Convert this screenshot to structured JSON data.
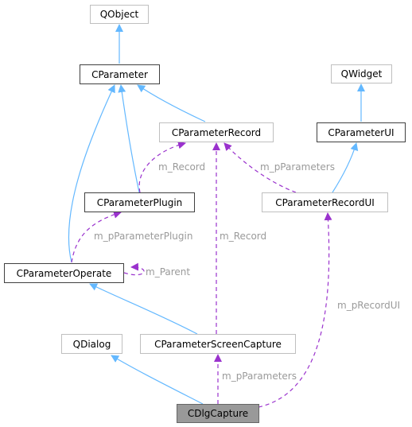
{
  "nodes": {
    "qobject": "QObject",
    "cparameter": "CParameter",
    "qwidget": "QWidget",
    "cparameterrecord": "CParameterRecord",
    "cparameterui": "CParameterUI",
    "cparameterplugin": "CParameterPlugin",
    "cparameterrecordui": "CParameterRecordUI",
    "cparameteroperate": "CParameterOperate",
    "qdialog": "QDialog",
    "cparameterscreencapture": "CParameterScreenCapture",
    "cdlgcapture": "CDlgCapture"
  },
  "edge_labels": {
    "m_record_plugin": "m_Record",
    "m_pparameters_recordui": "m_pParameters",
    "m_pparameterplugin": "m_pParameterPlugin",
    "m_record_screencapture": "m_Record",
    "m_parent": "m_Parent",
    "m_precordui": "m_pRecordUI",
    "m_pparameters_dlg": "m_pParameters"
  },
  "colors": {
    "inheritance": "#63b8ff",
    "usage": "#9a32cd",
    "external_border": "#bfbfbf",
    "internal_border": "#404040",
    "selected_fill": "#999999"
  }
}
